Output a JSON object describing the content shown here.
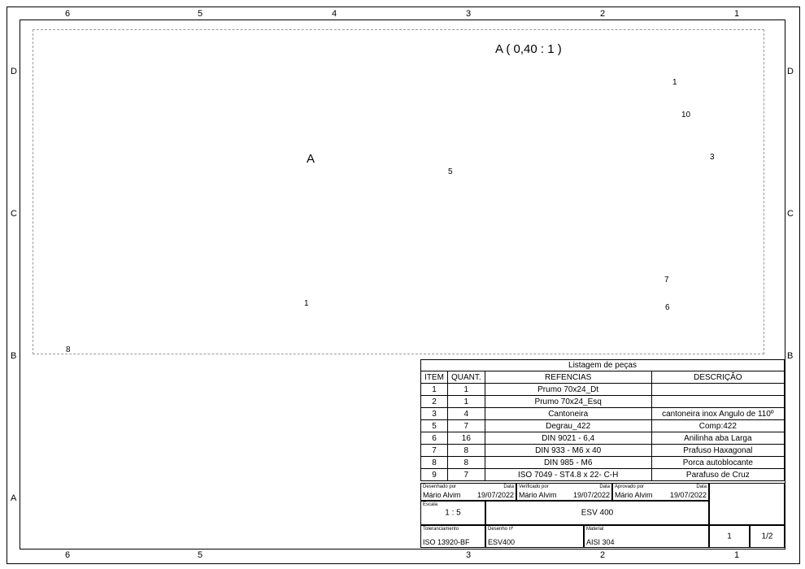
{
  "zones": {
    "top": [
      "6",
      "5",
      "4",
      "3",
      "2",
      "1"
    ],
    "side": [
      "D",
      "C",
      "B",
      "A"
    ]
  },
  "labels": {
    "view_title": "A ( 0,40 : 1 )",
    "view_marker": "A",
    "balloons": [
      "1",
      "10",
      "3",
      "5",
      "7",
      "6",
      "1",
      "8"
    ]
  },
  "parts_list": {
    "title": "Listagem de peças",
    "headers": [
      "ITEM",
      "QUANT.",
      "REFENCIAS",
      "DESCRIÇÃO"
    ],
    "rows": [
      [
        "1",
        "1",
        "Prumo 70x24_Dt",
        ""
      ],
      [
        "2",
        "1",
        "Prumo 70x24_Esq",
        ""
      ],
      [
        "3",
        "4",
        "Cantoneira",
        "cantoneira inox Angulo de 110º"
      ],
      [
        "5",
        "7",
        "Degrau_422",
        "Comp:422"
      ],
      [
        "6",
        "16",
        "DIN 9021 - 6,4",
        "Anilinha aba Larga"
      ],
      [
        "7",
        "8",
        "DIN 933 - M6  x 40",
        "Prafuso Haxagonal"
      ],
      [
        "8",
        "8",
        "DIN 985 - M6",
        "Porca autoblocante"
      ],
      [
        "9",
        "7",
        "ISO 7049 - ST4.8 x 22- C-H",
        "Parafuso de Cruz"
      ]
    ]
  },
  "title_block": {
    "drawn_label": "Desenhado por",
    "drawn_by": "Mário Alvim",
    "drawn_date": "19/07/2022",
    "checked_label": "Verificado por",
    "checked_by": "Mário Alvim",
    "checked_date": "19/07/2022",
    "approved_label": "Aprovado por",
    "approved_by": "Mário Alvim",
    "approved_date": "19/07/2022",
    "date_label": "Data",
    "scale_label": "Escala",
    "scale": "1 : 5",
    "title": "ESV 400",
    "tolerance_label": "Toleranciamento",
    "tolerance": "ISO 13920-BF",
    "drawing_label": "Desenho nº",
    "drawing_no": "ESV400",
    "material_label": "Material",
    "material": "AISI 304",
    "sheet": "1",
    "sheet_total": "1/2"
  }
}
